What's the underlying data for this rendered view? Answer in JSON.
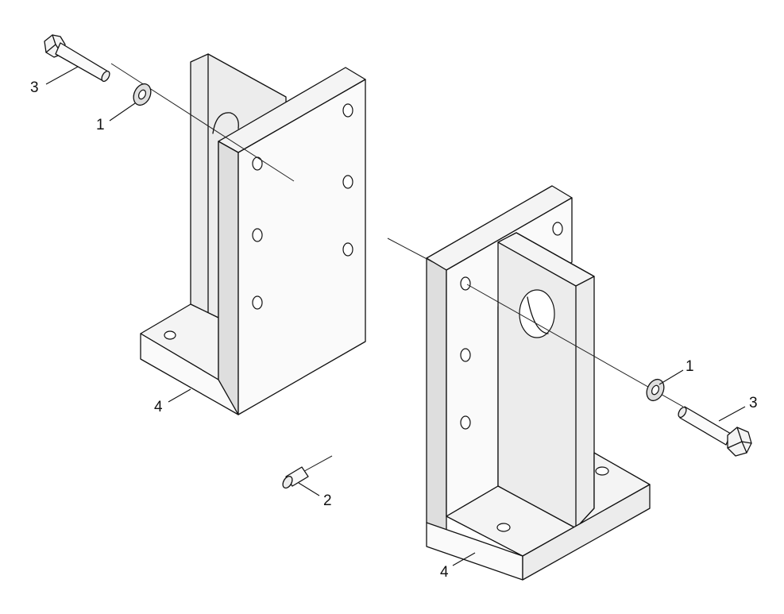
{
  "callouts": {
    "washer_left": "1",
    "washer_right": "1",
    "dowel_pin": "2",
    "bolt_left": "3",
    "bolt_right": "3",
    "bracket_left": "4",
    "bracket_right": "4"
  }
}
